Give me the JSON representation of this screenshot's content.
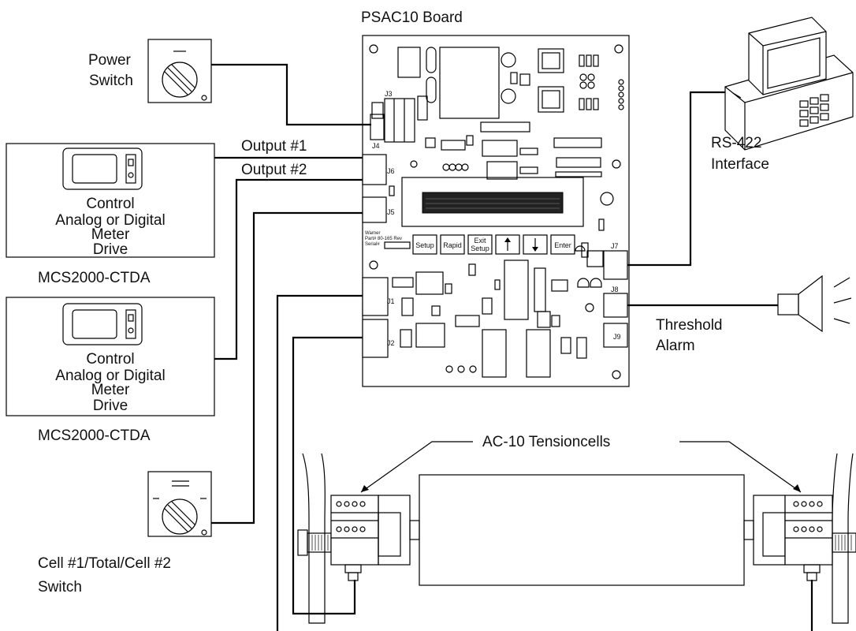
{
  "labels": {
    "board_title": "PSAC10 Board",
    "power_switch_line1": "Power",
    "power_switch_line2": "Switch",
    "output1": "Output  #1",
    "output2": "Output  #2",
    "rs422_line1": "RS-422",
    "rs422_line2": "Interface",
    "threshold_line1": "Threshold",
    "threshold_line2": "Alarm",
    "control1_line1": "Control",
    "control1_line2": "Analog or Digital",
    "control1_line3": "Meter",
    "control1_line4": "Drive",
    "control2_line1": "Control",
    "control2_line2": "Analog or Digital",
    "control2_line3": "Meter",
    "control2_line4": "Drive",
    "mcs1": "MCS2000-CTDA",
    "mcs2": "MCS2000-CTDA",
    "tensioncells": "AC-10   Tensioncells",
    "cell_switch_line1": "Cell #1/Total/Cell  #2",
    "cell_switch_line2": "Switch"
  },
  "board": {
    "buttons": [
      "Setup",
      "Rapid",
      "Exit Setup",
      "↑",
      "↓",
      "Enter"
    ],
    "connectors": [
      "J1",
      "J2",
      "J3",
      "J4",
      "J5",
      "J6",
      "J7",
      "J8",
      "J9"
    ],
    "info_line1": "Warner",
    "info_line2": "Part# 80-165 Rev",
    "info_line3": "Serial#"
  }
}
